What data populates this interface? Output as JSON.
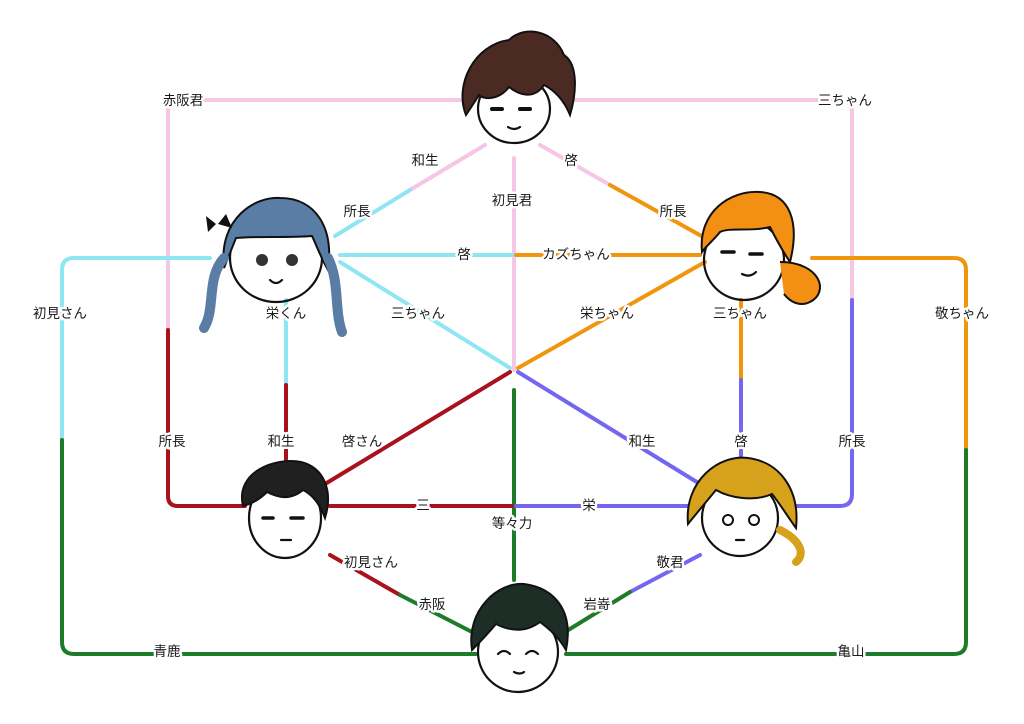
{
  "colors": {
    "pink": "#f6c6e6",
    "cyan": "#8ee6f2",
    "orange": "#f0960e",
    "red": "#a8121c",
    "violet": "#7466f0",
    "green": "#1e7b2a",
    "hair_brown": "#4a2a22",
    "hair_blue": "#5a7da6",
    "hair_orange": "#f38f12",
    "hair_black": "#202020",
    "hair_gold": "#d6a21c",
    "hair_darkgreen": "#1d2e26"
  },
  "characters": [
    {
      "id": "top-brown",
      "hair": "hair_brown"
    },
    {
      "id": "blue-twintails",
      "hair": "hair_blue"
    },
    {
      "id": "orange-ponytail",
      "hair": "hair_orange"
    },
    {
      "id": "black-hair",
      "hair": "hair_black"
    },
    {
      "id": "gold-hair",
      "hair": "hair_gold"
    },
    {
      "id": "green-bottom",
      "hair": "hair_darkgreen"
    }
  ],
  "labels": {
    "top_to_black_outer": "赤阪君",
    "top_to_gold_outer": "三ちゃん",
    "top_to_blue": "和生",
    "top_to_orange": "啓",
    "blue_to_top": "所長",
    "top_to_green": "初見君",
    "orange_to_top": "所長",
    "blue_to_orange": "啓",
    "orange_to_blue": "カズちゃん",
    "blue_to_green_outer": "初見さん",
    "blue_to_black": "栄くん",
    "blue_to_gold": "三ちゃん",
    "orange_to_black": "栄ちゃん",
    "orange_to_gold": "三ちゃん",
    "orange_to_green_outer": "敬ちゃん",
    "black_to_top_outer": "所長",
    "black_to_blue": "和生",
    "black_to_orange": "啓さん",
    "gold_to_blue": "和生",
    "gold_to_orange": "啓",
    "gold_to_top_outer": "所長",
    "black_to_gold": "三",
    "gold_to_black": "栄",
    "green_to_center": "等々力",
    "black_to_green": "初見さん",
    "green_to_black": "赤阪",
    "gold_to_green": "敬君",
    "green_to_gold": "岩嵜",
    "green_to_blue_outer": "青鹿",
    "green_to_orange_outer": "亀山"
  }
}
